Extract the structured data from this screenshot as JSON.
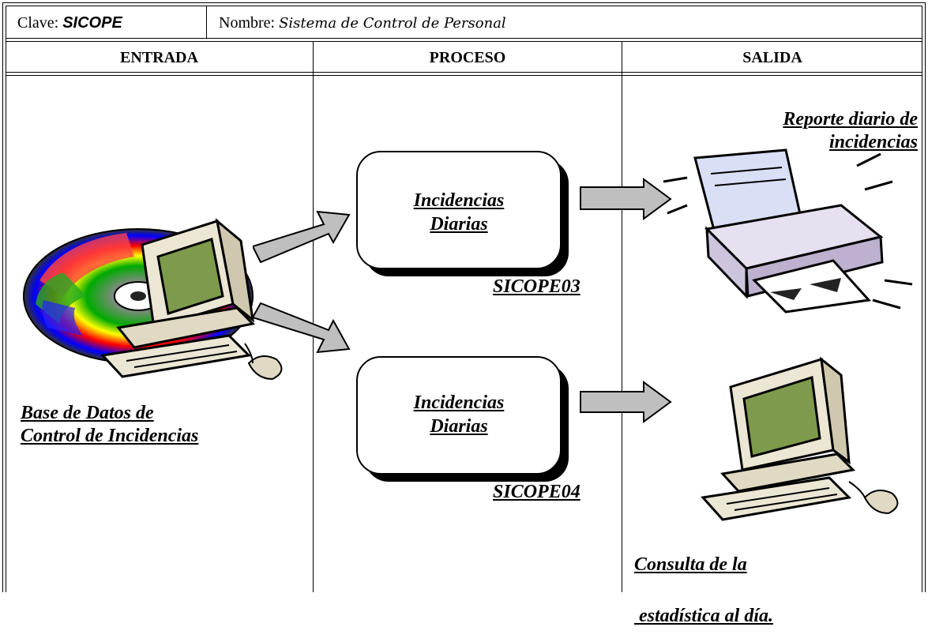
{
  "header": {
    "clave_label": "Clave:",
    "clave_code": "SICOPE",
    "nombre_label": "Nombre:",
    "nombre_value": "Sistema de Control de Personal"
  },
  "columns": [
    "ENTRADA",
    "PROCESO",
    "SALIDA"
  ],
  "entrada": {
    "source_line1": "Base de Datos de",
    "source_line2": "Control de Incidencias"
  },
  "proceso": [
    {
      "line1": "Incidencias",
      "line2": "Diarias",
      "code": "SICOPE03"
    },
    {
      "line1": "Incidencias",
      "line2": "Diarias",
      "code": "SICOPE04"
    }
  ],
  "salida": {
    "report_line1": "Reporte diario de",
    "report_line2": "incidencias",
    "query_line1": "Consulta de la",
    "query_line2": " estadística al día."
  }
}
